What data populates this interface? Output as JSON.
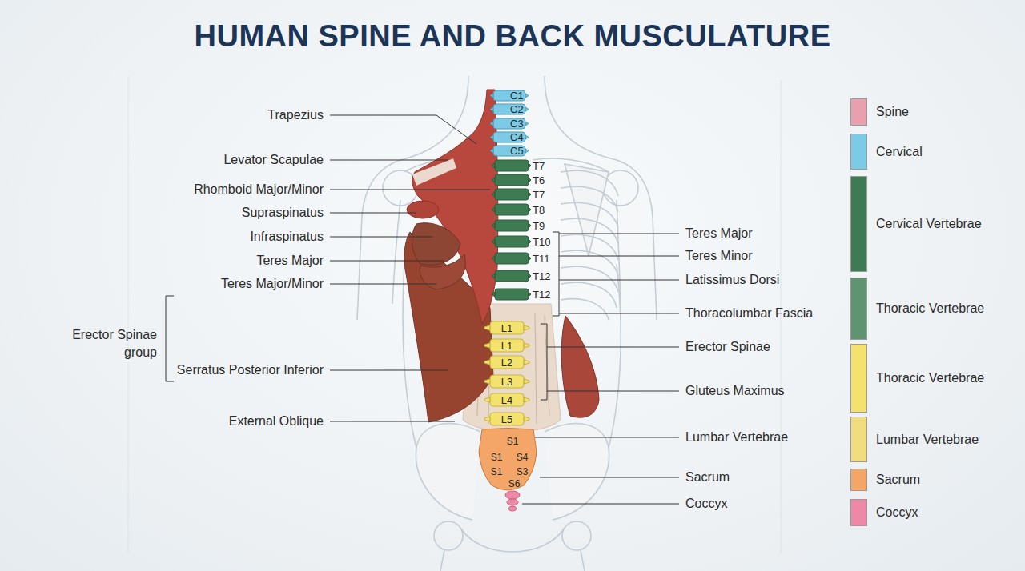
{
  "diagram": {
    "title": "HUMAN SPINE AND BACK MUSCULATURE",
    "nodes": [
      {
        "text": [
          "C1"
        ]
      },
      {
        "text": [
          "C2"
        ]
      },
      {
        "text": [
          "C3"
        ]
      },
      {
        "text": [
          "C4"
        ]
      },
      {
        "text": [
          "C5"
        ]
      },
      {
        "text": [
          "T7"
        ]
      },
      {
        "text": [
          "T6"
        ]
      },
      {
        "text": [
          "T7"
        ]
      },
      {
        "text": [
          "T8"
        ]
      },
      {
        "text": [
          "T9"
        ]
      },
      {
        "text": [
          "T10"
        ]
      },
      {
        "text": [
          "T11"
        ]
      },
      {
        "text": [
          "T12"
        ]
      },
      {
        "text": [
          "T12"
        ]
      },
      {
        "text": [
          "L1"
        ]
      },
      {
        "text": [
          "L1"
        ]
      },
      {
        "text": [
          "L2"
        ]
      },
      {
        "text": [
          "L3"
        ]
      },
      {
        "text": [
          "L4"
        ]
      },
      {
        "text": [
          "L5"
        ]
      },
      {
        "text": [
          "S1",
          "S1",
          "S4",
          "S1",
          "S3",
          "S6"
        ]
      }
    ],
    "labels": [
      "Trapezius",
      "Levator Scapulae",
      "Rhomboid Major/Minor",
      "Supraspinatus",
      "Infraspinatus",
      "Teres Major",
      "Teres Major/Minor",
      "Erector Spinae group",
      "Serratus Posterior Inferior",
      "External Oblique",
      "Teres Major",
      "Teres Minor",
      "Latissimus Dorsi",
      "Thoracolumbar Fascia",
      "Erector Spinae",
      "Gluteus Maximus",
      "Lumbar Vertebrae",
      "Sacrum",
      "Coccyx"
    ],
    "legend": [
      {
        "text": "Spine",
        "color": "#e8a0ae"
      },
      {
        "text": "Cervical",
        "color": "#7ccbe6"
      },
      {
        "text": "Cervical Vertebrae",
        "color": "#3f7b52"
      },
      {
        "text": "Thoracic Vertebrae",
        "color": "#5e9470"
      },
      {
        "text": "Thoracic Vertebrae",
        "color": "#f4e26e"
      },
      {
        "text": "Lumbar Vertebrae",
        "color": "#f0dd80"
      },
      {
        "text": "Sacrum",
        "color": "#f3a668"
      },
      {
        "text": "Coccyx",
        "color": "#ee88a8"
      }
    ]
  }
}
